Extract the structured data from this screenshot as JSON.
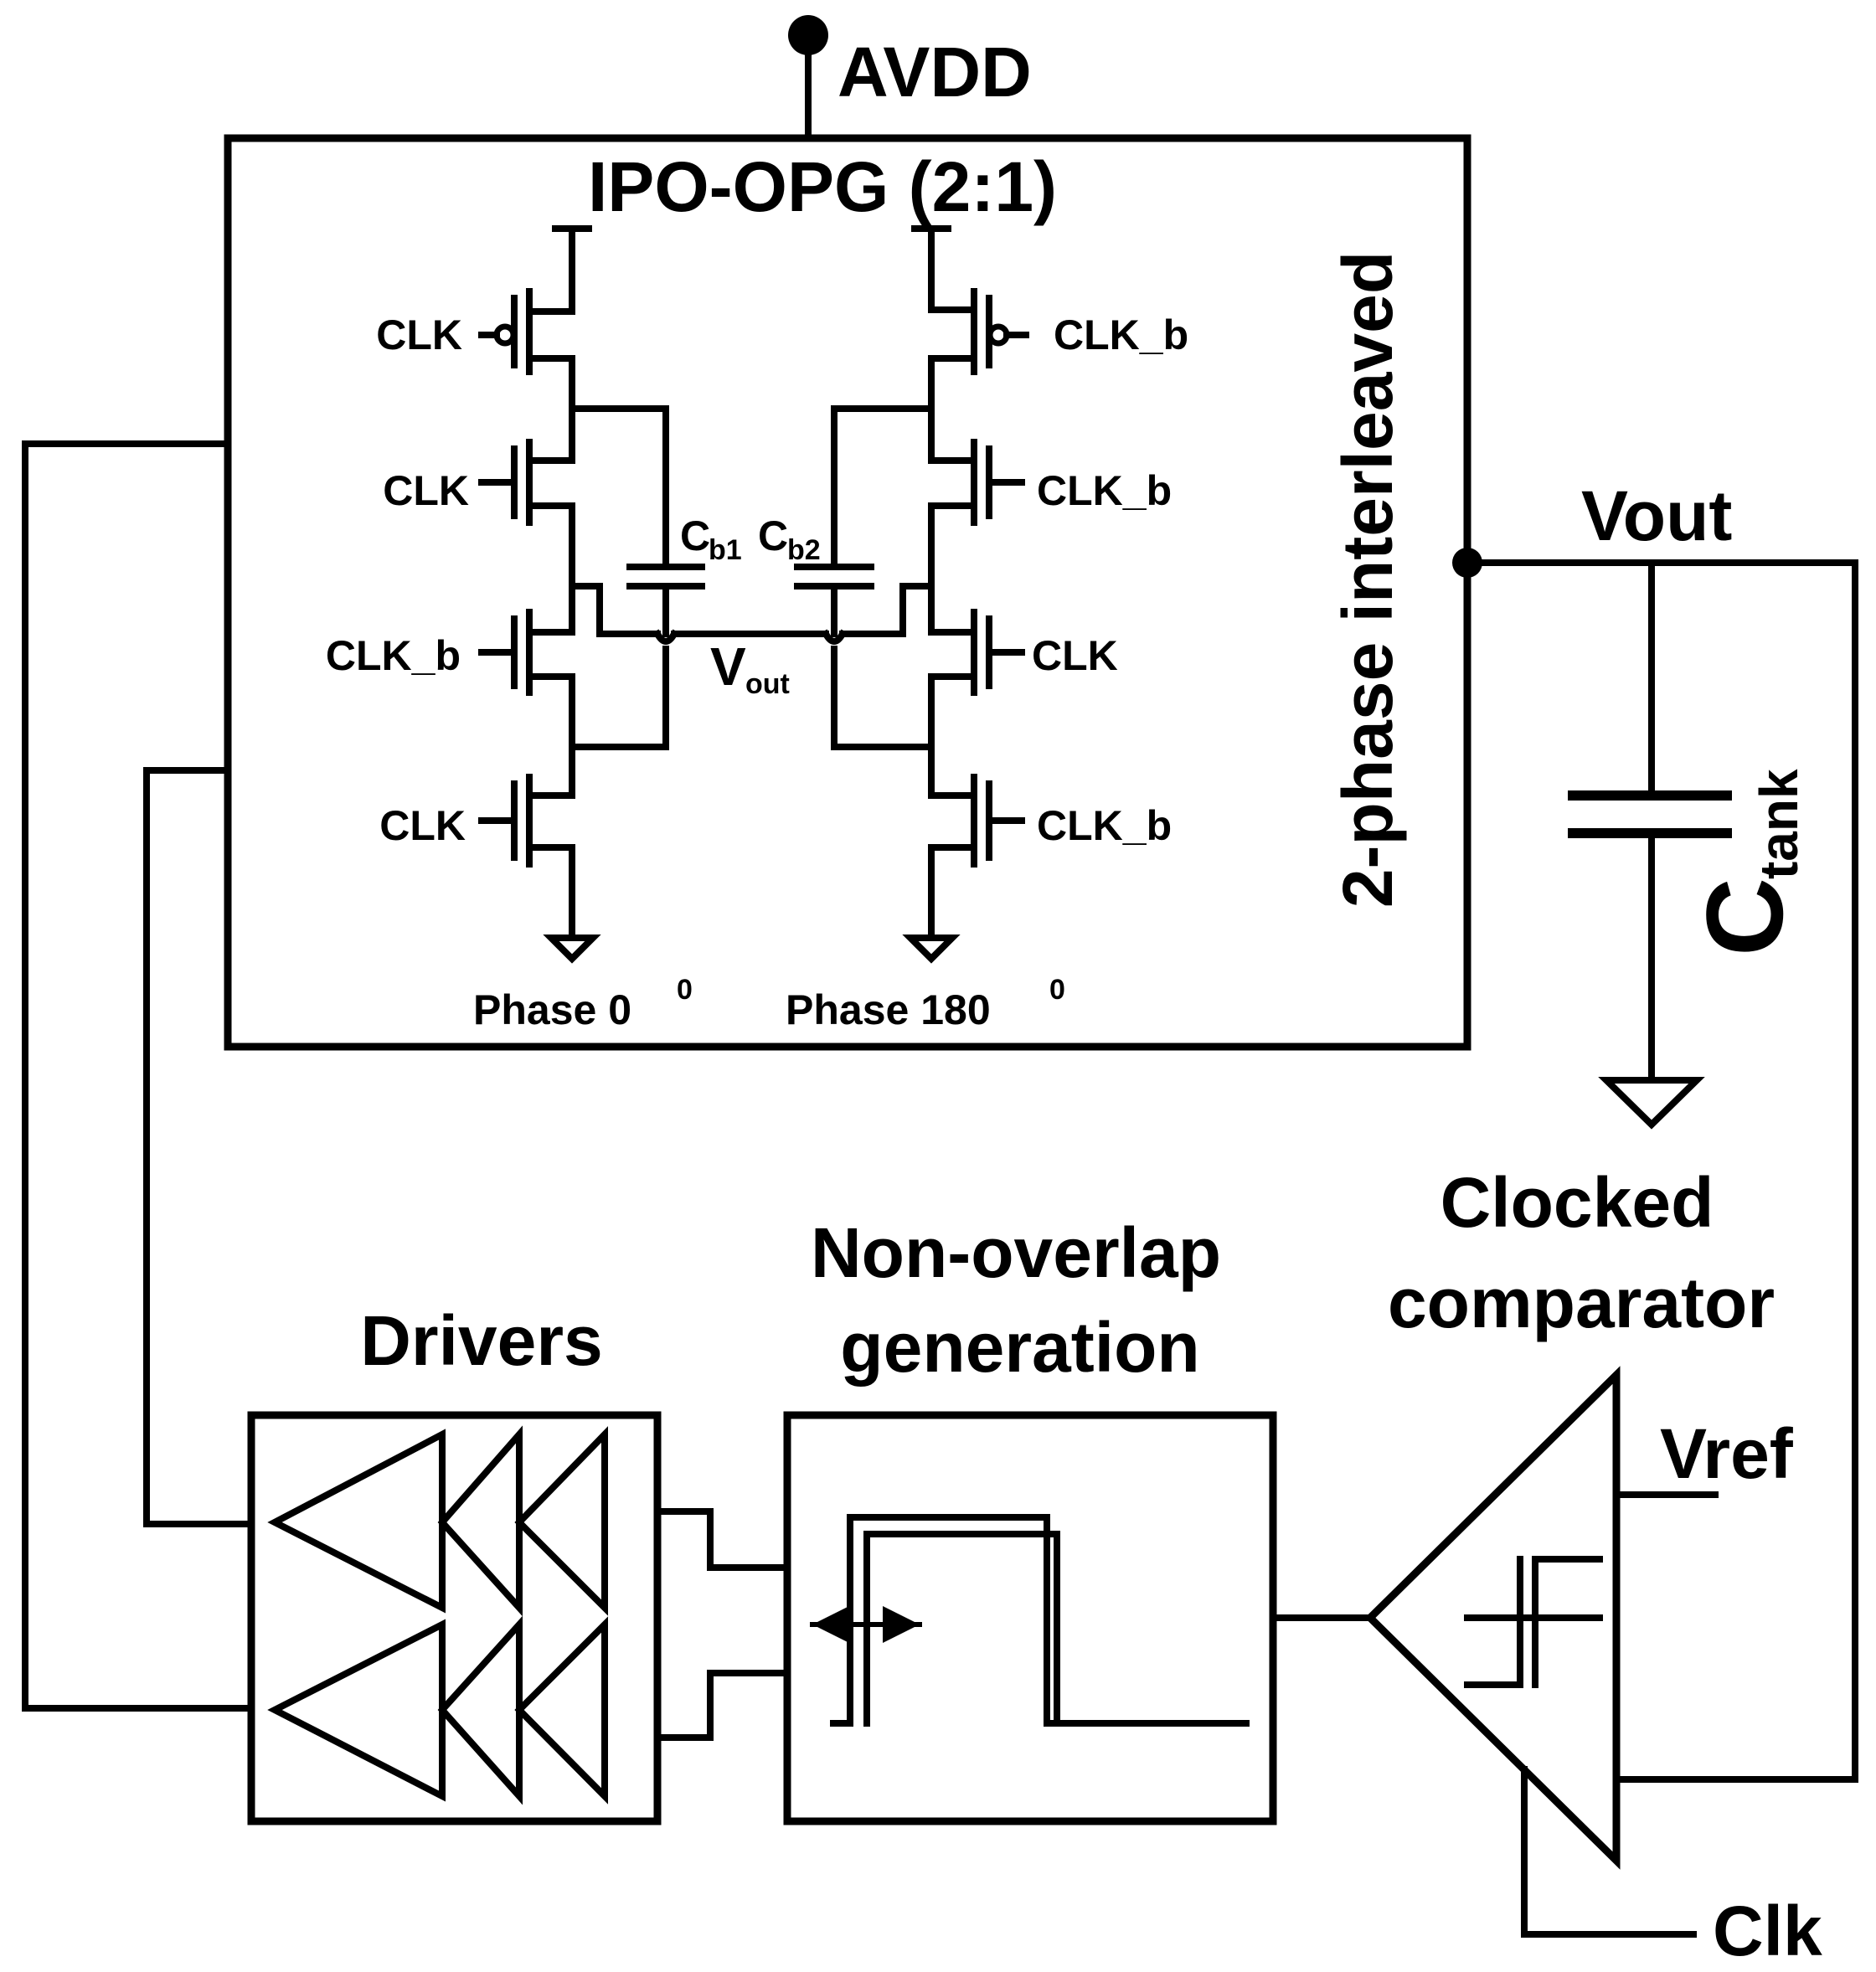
{
  "labels": {
    "avdd": "AVDD",
    "block_title": "IPO-OPG (2:1)",
    "interleaved": "2-phase interleaved",
    "vout_main": "Vout",
    "ctank_main": "C",
    "ctank_sub": "tank",
    "cb1_main": "C",
    "cb1_sub": "b1",
    "cb2_main": "C",
    "cb2_sub": "b2",
    "vout_inner_main": "V",
    "vout_inner_sub": "out",
    "phase0_text": "Phase 0",
    "phase0_sup": "0",
    "phase180_text": "Phase 180",
    "phase180_sup": "0",
    "drivers": "Drivers",
    "nonoverlap_line1": "Non-overlap",
    "nonoverlap_line2": "generation",
    "comparator_line1": "Clocked",
    "comparator_line2": "comparator",
    "vref": "Vref",
    "clk_comp": "Clk"
  },
  "left_gates": [
    "CLK",
    "CLK",
    "CLK_b",
    "CLK"
  ],
  "right_gates": [
    "CLK_b",
    "CLK_b",
    "CLK",
    "CLK_b"
  ]
}
